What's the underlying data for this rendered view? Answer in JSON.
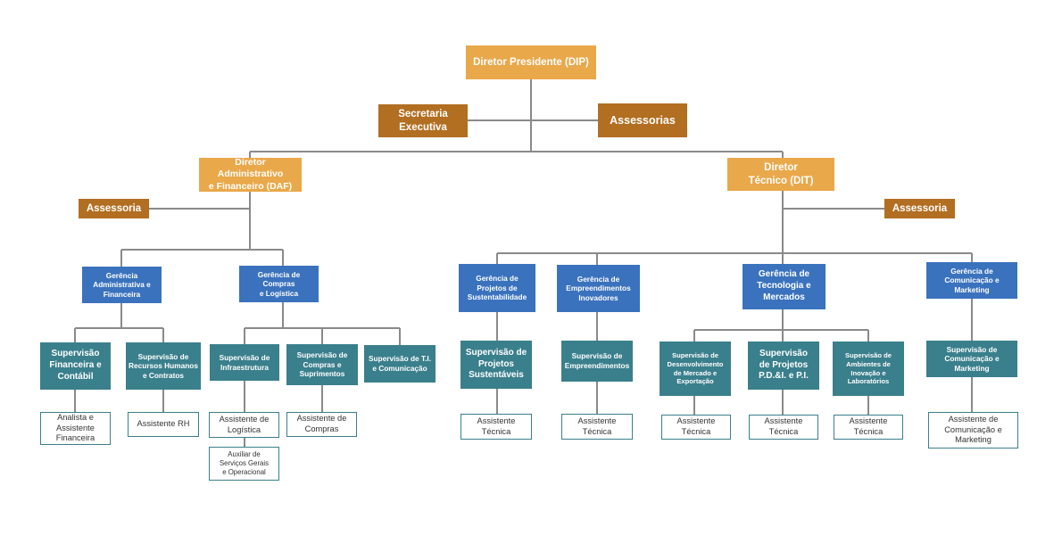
{
  "org_chart": {
    "dip": "Diretor Presidente (DIP)",
    "secretaria": "Secretaria\nExecutiva",
    "assessorias": "Assessorias",
    "daf": "Diretor Administrativo\ne Financeiro (DAF)",
    "dit": "Diretor\nTécnico (DIT)",
    "assessoria_daf": "Assessoria",
    "assessoria_dit": "Assessoria",
    "gerencias": {
      "adm_fin": "Gerência\nAdministrativa e\nFinanceira",
      "compras": "Gerência de\nCompras\ne Logística",
      "projetos": "Gerência de\nProjetos de\nSustentabilidade",
      "empreend": "Gerência de\nEmpreendimentos\nInovadores",
      "tecnologia": "Gerência de\nTecnologia e\nMercados",
      "comunicacao": "Gerência de\nComunicação e\nMarketing"
    },
    "supervisoes": {
      "fin": "Supervisão\nFinanceira e\nContábil",
      "rh": "Supervisão de\nRecursos Humanos\ne Contratos",
      "infra": "Supervisão de\nInfraestrutura",
      "compras": "Supervisão de\nCompras e\nSuprimentos",
      "ti": "Supervisão de T.I.\ne Comunicação",
      "projetos": "Supervisão de\nProjetos\nSustentáveis",
      "empreend": "Supervisão de\nEmpreendimentos",
      "desenv": "Supervisão de\nDesenvolvimento\nde Mercado e\nExportação",
      "pdi": "Supervisão\nde Projetos\nP.D.&I. e P.I.",
      "ambientes": "Supervisão de\nAmbientes de\nInovação e\nLaboratórios",
      "comunicacao": "Supervisão de\nComunicação e\nMarketing"
    },
    "assistentes": {
      "analista": "Analista e\nAssistente\nFinanceira",
      "rh": "Assistente RH",
      "logistica": "Assistente de\nLogística",
      "auxiliar": "Auxiliar de\nServiços Gerais\ne Operacional",
      "compras": "Assistente de\nCompras",
      "tec1": "Assistente\nTécnica",
      "tec2": "Assistente\nTécnica",
      "tec3": "Assistente\nTécnica",
      "tec4": "Assistente\nTécnica",
      "tec5": "Assistente\nTécnica",
      "comunicacao": "Assistente de\nComunicação e\nMarketing"
    }
  },
  "colors": {
    "director": "#e9a84a",
    "staff": "#b26e21",
    "gerencia": "#3a72bd",
    "supervisao": "#3a7f8c",
    "connector": "#8a8a8a"
  }
}
